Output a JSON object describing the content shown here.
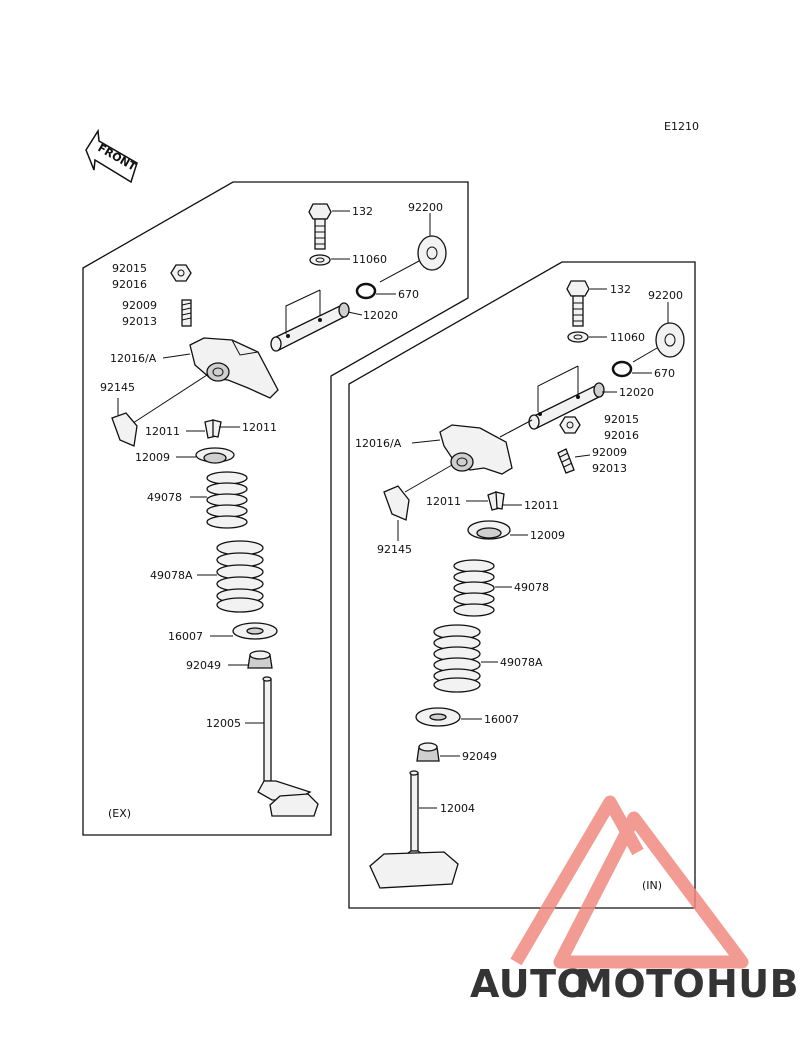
{
  "diagram": {
    "code": "E1210",
    "front_label": "FRONT",
    "exhaust": {
      "tag": "(EX)",
      "labels": {
        "p132": "132",
        "p92200": "92200",
        "p11060": "11060",
        "p670": "670",
        "p12020": "12020",
        "p92015": "92015",
        "p92016": "92016",
        "p92009": "92009",
        "p92013": "92013",
        "p12016a": "12016/A",
        "p92145": "92145",
        "p12011a": "12011",
        "p12011b": "12011",
        "p12009": "12009",
        "p49078": "49078",
        "p49078a": "49078A",
        "p16007": "16007",
        "p92049": "92049",
        "p12005": "12005"
      }
    },
    "intake": {
      "tag": "(IN)",
      "labels": {
        "p132": "132",
        "p92200": "92200",
        "p11060": "11060",
        "p670": "670",
        "p12020": "12020",
        "p92015": "92015",
        "p92016": "92016",
        "p12016a": "12016/A",
        "p92009": "92009",
        "p92013": "92013",
        "p12011a": "12011",
        "p12011b": "12011",
        "p92145": "92145",
        "p12009": "12009",
        "p49078": "49078",
        "p49078a": "49078A",
        "p16007": "16007",
        "p92049": "92049",
        "p12004": "12004"
      }
    }
  },
  "watermark": {
    "part1": "AUTO",
    "part2": "MOTO",
    "part3": "HUB",
    "colors": {
      "logo": "#f08a80",
      "auto": "#f7b87a",
      "moto": "#f08a80",
      "hub": "#6e6e6e"
    }
  }
}
